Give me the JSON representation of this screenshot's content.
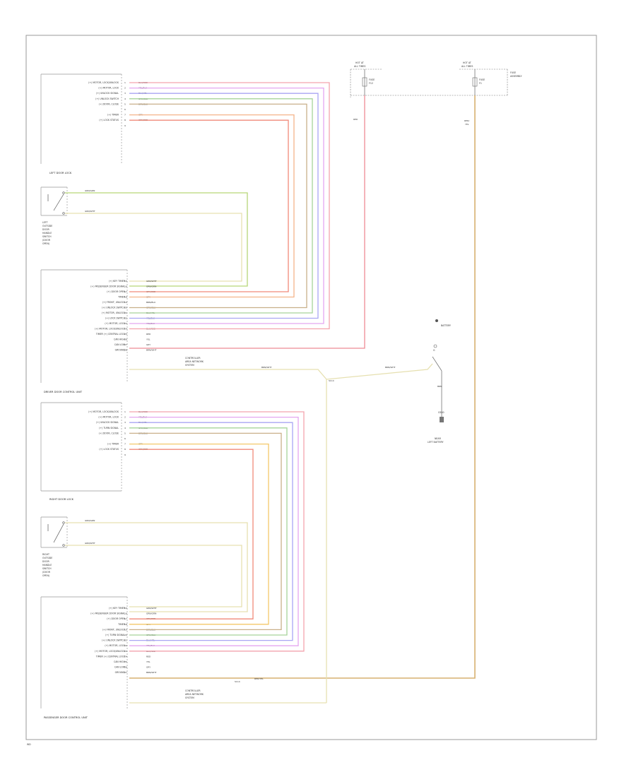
{
  "diagram": {
    "footer": "WD"
  },
  "fuse_left": {
    "title_1": "HOT AT",
    "title_2": "ALL TIMES",
    "fuse_name": "FUSE",
    "fuse_num": "F12",
    "wire_color": "RED"
  },
  "fuse_right": {
    "title_1": "HOT AT",
    "title_2": "ALL TIMES",
    "fuse_name": "FUSE",
    "fuse_num": "F1",
    "fuse_block_1": "FUSE",
    "fuse_block_2": "ASSEMBLY",
    "wire_color_1": "RED/",
    "wire_color_2": "YEL"
  },
  "left_door_lock": {
    "title": "LEFT DOOR LOCK",
    "pins": [
      {
        "label": "(+) MOTOR, LOCK/UNLOCK",
        "pin": "1",
        "color": "BLK/RED"
      },
      {
        "label": "(+) MOTOR, LOCK",
        "pin": "2",
        "color": "YEL/BLU"
      },
      {
        "label": "(+) UNLOCK SIGNAL",
        "pin": "3",
        "color": "BLU/YEL"
      },
      {
        "label": "(+) UNLOCK SWITCH",
        "pin": "4",
        "color": "GRN/BLU"
      },
      {
        "label": "(+) DOOR, CLOSE",
        "pin": "5",
        "color": "BRN/BLU"
      },
      {
        "label": "",
        "pin": "6",
        "color": ""
      },
      {
        "label": "(+) TIMER",
        "pin": "7",
        "color": "GRY"
      },
      {
        "label": "(+) LOCK STATUS",
        "pin": "8",
        "color": "GRY/RED"
      },
      {
        "label": "",
        "pin": "9",
        "color": ""
      }
    ]
  },
  "left_switch": {
    "label_lines": [
      "LEFT",
      "OUTSIDE",
      "DOOR",
      "HANDLE",
      "SWITCH",
      "(DOOR",
      "OPEN)"
    ],
    "wire_1": "GRN/GRN",
    "wire_2": "GRN/WHT"
  },
  "driver_unit": {
    "title": "DRIVER DOOR CONTROL UNIT",
    "pins": [
      {
        "label": "(+) KEY TIMER",
        "pin": "15",
        "color": "GRN/WHT"
      },
      {
        "label": "(+) PASSENGER DOOR SIGNAL",
        "pin": "16",
        "color": "GRN/GRN"
      },
      {
        "label": "(+) DOOR OPEN",
        "pin": "17",
        "color": "GRY/RED"
      },
      {
        "label": "TIMER",
        "pin": "18",
        "color": "GRY"
      },
      {
        "label": "(+) FRONT, UNLOCK",
        "pin": "19",
        "color": "BRN/BLU"
      },
      {
        "label": "(+) UNLOCK SWITCH",
        "pin": "20",
        "color": "GRN/BLU"
      },
      {
        "label": "(+) MOTOR, UNLOCK",
        "pin": "21",
        "color": "BLU/YEL"
      },
      {
        "label": "(+) LOCK SWITCH",
        "pin": "22",
        "color": "YEL/BLU"
      },
      {
        "label": "(+) MOTOR, LOCK",
        "pin": "23",
        "color": "YEL/BLU"
      },
      {
        "label": "(+) MOTOR, LOCK/UNLOCK",
        "pin": "24",
        "color": "BLK/RED"
      },
      {
        "label": "TIMER (+) CENTRAL LOCK",
        "pin": "25",
        "color": "RED"
      },
      {
        "label": "CAN HIGH",
        "pin": "26",
        "color": "YEL"
      },
      {
        "label": "CAN LOW",
        "pin": "27",
        "color": "GRY"
      },
      {
        "label": "GROUND",
        "pin": "28",
        "color": "BRN/WHT"
      }
    ],
    "can_note_1": "CONTROLLER",
    "can_note_2": "AREA NETWORK",
    "can_note_3": "SYSTEM",
    "ground_wire": "BRN/WHT",
    "ground_wire_2": "BRN/WHT",
    "splice": "S114"
  },
  "ground": {
    "label_batt": "BATTERY",
    "label_g": "G",
    "wire": "BRN",
    "g_label_1": "NEAR",
    "g_label_2": "LEFT BATTERY",
    "g_num": "G500"
  },
  "right_door_lock": {
    "title": "RIGHT DOOR LOCK",
    "pins": [
      {
        "label": "(+) MOTOR, LOCK/UNLOCK",
        "pin": "1",
        "color": "BLK/RED"
      },
      {
        "label": "(+) MOTOR, LOCK",
        "pin": "2",
        "color": "YEL/BLU"
      },
      {
        "label": "(+) UNLOCK SIGNAL",
        "pin": "3",
        "color": "BLU/YEL"
      },
      {
        "label": "(+) TURN SIGNAL",
        "pin": "4",
        "color": "GRN/BLU"
      },
      {
        "label": "(+) DOOR, CLOSE",
        "pin": "5",
        "color": "BRN/BLU"
      },
      {
        "label": "",
        "pin": "6",
        "color": ""
      },
      {
        "label": "(+) TIMER",
        "pin": "7",
        "color": "GRY"
      },
      {
        "label": "(+) LOCK STATUS",
        "pin": "8",
        "color": "GRY/RED"
      },
      {
        "label": "",
        "pin": "9",
        "color": ""
      }
    ]
  },
  "right_switch": {
    "label_lines": [
      "RIGHT",
      "OUTSIDE",
      "DOOR",
      "HANDLE",
      "SWITCH",
      "(DOOR",
      "OPEN)"
    ],
    "wire_1": "GRN/GRN",
    "wire_2": "GRN/WHT"
  },
  "passenger_unit": {
    "title": "PASSENGER DOOR CONTROL UNIT",
    "pins": [
      {
        "label": "(+) KEY TIMER",
        "pin": "15",
        "color": "GRN/WHT"
      },
      {
        "label": "(+) PASSENGER DOOR SIGNAL",
        "pin": "16",
        "color": "GRN/GRN"
      },
      {
        "label": "(+) DOOR OPEN",
        "pin": "17",
        "color": "GRY/RED"
      },
      {
        "label": "TIMER",
        "pin": "18",
        "color": "GRY"
      },
      {
        "label": "(+) FRONT, UNLOCK",
        "pin": "19",
        "color": "BRN/BLU"
      },
      {
        "label": "(+) TURN SIGNAL",
        "pin": "20",
        "color": "GRN/BLU"
      },
      {
        "label": "(+) UNLOCK SWITCH",
        "pin": "21",
        "color": "BLU/YEL"
      },
      {
        "label": "(+) MOTOR, LOCK",
        "pin": "22",
        "color": "YEL/BLU"
      },
      {
        "label": "(+) MOTOR, LOCK/UNLOCK",
        "pin": "23",
        "color": "BLK/RED"
      },
      {
        "label": "TIMER (+) CENTRAL LOCK",
        "pin": "24",
        "color": "RED"
      },
      {
        "label": "CAN HIGH",
        "pin": "25",
        "color": "YEL"
      },
      {
        "label": "CAN LOW",
        "pin": "26",
        "color": "GRY"
      },
      {
        "label": "GROUND",
        "pin": "27",
        "color": "BRN/WHT"
      }
    ],
    "can_note_1": "CONTROLLER",
    "can_note_2": "AREA NETWORK",
    "can_note_3": "SYSTEM",
    "splice": "S114",
    "power_wire": "RED/YEL"
  }
}
